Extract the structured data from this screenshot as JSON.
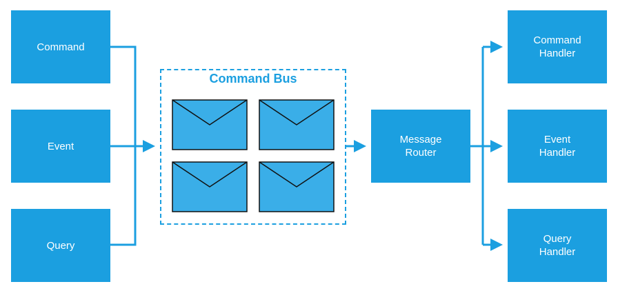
{
  "sources": [
    {
      "label": "Command"
    },
    {
      "label": "Event"
    },
    {
      "label": "Query"
    }
  ],
  "bus": {
    "title": "Command Bus",
    "message_count": 4
  },
  "router": {
    "line1": "Message",
    "line2": "Router"
  },
  "handlers": [
    {
      "line1": "Command",
      "line2": "Handler"
    },
    {
      "line1": "Event",
      "line2": "Handler"
    },
    {
      "line1": "Query",
      "line2": "Handler"
    }
  ],
  "colors": {
    "accent": "#1b9fe0",
    "envelope": "#3aaee8",
    "outline": "#111111"
  }
}
